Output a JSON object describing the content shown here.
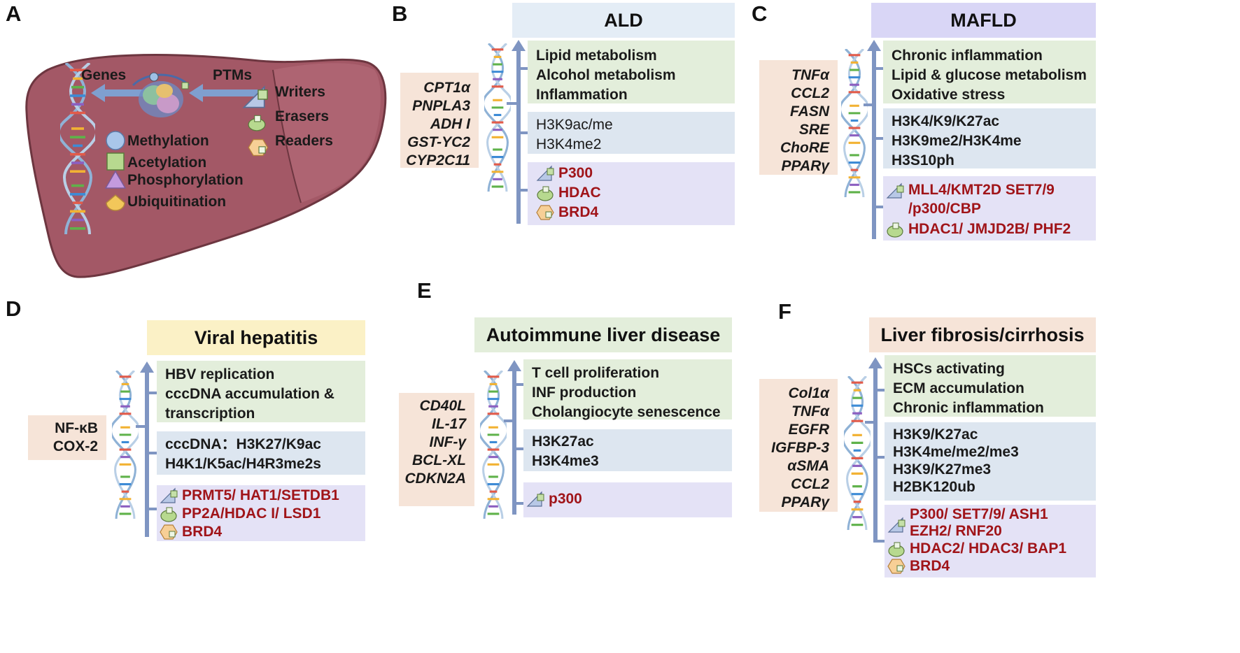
{
  "panels": {
    "A": {
      "letter": "A",
      "genes_label": "Genes",
      "ptms_label": "PTMs",
      "writers": "Writers",
      "erasers": "Erasers",
      "readers": "Readers",
      "legend": [
        "Methylation",
        "Acetylation",
        "Phosphorylation",
        "Ubiquitination"
      ]
    },
    "B": {
      "letter": "B",
      "title": "ALD",
      "genes": [
        "CPT1α",
        "PNPLA3",
        "ADH I",
        "GST-YC2",
        "CYP2C11"
      ],
      "processes": [
        "Lipid metabolism",
        "Alcohol metabolism",
        "Inflammation"
      ],
      "marks": [
        "H3K9ac/me",
        "H3K4me2"
      ],
      "enzymes": [
        {
          "icon": "writer",
          "text": "P300"
        },
        {
          "icon": "eraser",
          "text": "HDAC"
        },
        {
          "icon": "reader",
          "text": "BRD4"
        }
      ]
    },
    "C": {
      "letter": "C",
      "title": "MAFLD",
      "genes": [
        "TNFα",
        "CCL2",
        "FASN",
        "SRE",
        "ChoRE",
        "PPARγ"
      ],
      "processes": [
        "Chronic inflammation",
        "Lipid & glucose metabolism",
        "Oxidative stress"
      ],
      "marks": [
        "H3K4/K9/K27ac",
        "H3K9me2/H3K4me",
        "H3S10ph"
      ],
      "enzymes": [
        {
          "icon": "writer",
          "text": "MLL4/KMT2D SET7/9",
          "text2": "/p300/CBP"
        },
        {
          "icon": "eraser",
          "text": "HDAC1/ JMJD2B/ PHF2"
        }
      ]
    },
    "D": {
      "letter": "D",
      "title": "Viral hepatitis",
      "genes": [
        "NF-κB",
        "COX-2"
      ],
      "processes": [
        "HBV replication",
        "cccDNA accumulation &",
        "transcription"
      ],
      "marks": [
        "cccDNA：H3K27/K9ac",
        "H4K1/K5ac/H4R3me2s"
      ],
      "enzymes": [
        {
          "icon": "writer",
          "text": "PRMT5/ HAT1/SETDB1"
        },
        {
          "icon": "eraser",
          "text": "PP2A/HDAC I/ LSD1"
        },
        {
          "icon": "reader",
          "text": "BRD4"
        }
      ]
    },
    "E": {
      "letter": "E",
      "title": "Autoimmune liver disease",
      "genes": [
        "CD40L",
        "IL-17",
        "INF-γ",
        "BCL-XL",
        "CDKN2A"
      ],
      "processes": [
        "T cell proliferation",
        "INF production",
        "Cholangiocyte senescence"
      ],
      "marks": [
        "H3K27ac",
        "H3K4me3"
      ],
      "enzymes": [
        {
          "icon": "writer",
          "text": "p300"
        }
      ]
    },
    "F": {
      "letter": "F",
      "title": "Liver fibrosis/cirrhosis",
      "genes": [
        "Col1α",
        "TNFα",
        "EGFR",
        "IGFBP-3",
        "αSMA",
        "CCL2",
        "PPARγ"
      ],
      "processes": [
        "HSCs activating",
        "ECM accumulation",
        "Chronic inflammation"
      ],
      "marks": [
        "H3K9/K27ac",
        "H3K4me/me2/me3",
        "H3K9/K27me3",
        "H2BK120ub"
      ],
      "enzymes": [
        {
          "icon": "writer",
          "text": "P300/ SET7/9/ ASH1",
          "text2": "EZH2/ RNF20"
        },
        {
          "icon": "eraser",
          "text": "HDAC2/ HDAC3/ BAP1"
        },
        {
          "icon": "reader",
          "text": "BRD4"
        }
      ]
    }
  },
  "colors": {
    "process_box": "#e3eedb",
    "marks_box": "#dde6f0",
    "enzyme_box": "#e4e2f6",
    "gene_box": "#f6e4d8",
    "enzyme_text": "#a01419",
    "spine": "#7f95c2",
    "liver": "#a35866"
  },
  "icons": {
    "writer": "triangle-square-icon",
    "eraser": "oval-square-icon",
    "reader": "hexagon-square-icon"
  }
}
